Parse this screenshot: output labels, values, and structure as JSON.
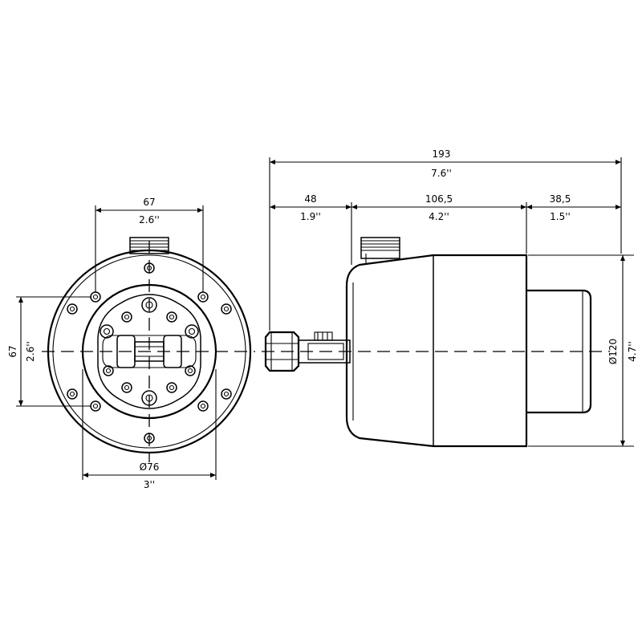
{
  "dimensions": {
    "front_width_mm": "67",
    "front_width_in": "2.6''",
    "front_height_mm": "67",
    "front_height_in": "2.6''",
    "front_diameter_mm": "Ø76",
    "front_diameter_in": "3''",
    "total_length_mm": "193",
    "total_length_in": "7.6''",
    "seg1_mm": "48",
    "seg1_in": "1.9''",
    "seg2_mm": "106,5",
    "seg2_in": "4.2''",
    "seg3_mm": "38,5",
    "seg3_in": "1.5''",
    "side_diameter_mm": "Ø120",
    "side_diameter_in": "4.7''"
  },
  "colors": {
    "line": "#000000",
    "background": "#ffffff"
  }
}
